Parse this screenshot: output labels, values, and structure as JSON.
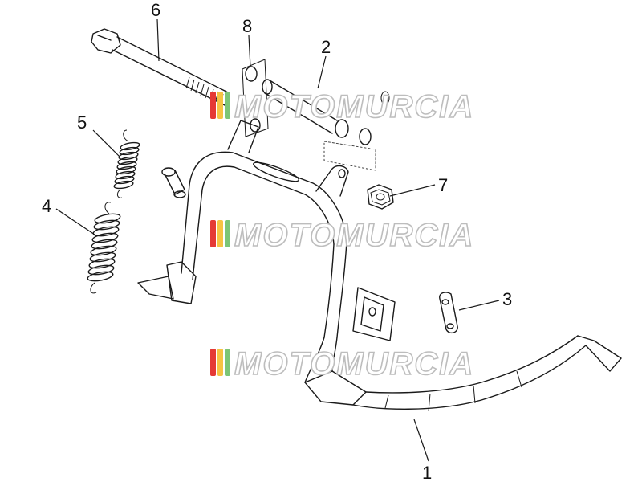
{
  "callouts": [
    "1",
    "2",
    "3",
    "4",
    "5",
    "6",
    "7",
    "8"
  ],
  "watermark": {
    "text": "MOTOMURCIA",
    "stripe_colors": [
      "#e53935",
      "#f6c343",
      "#7cc576"
    ]
  }
}
